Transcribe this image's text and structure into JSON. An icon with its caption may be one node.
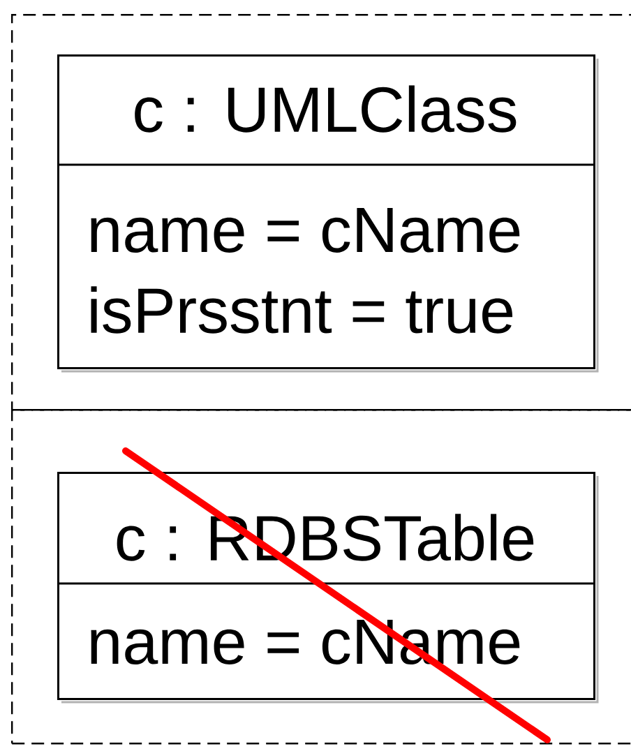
{
  "diagram": {
    "nodes": [
      {
        "text": [],
        "shape": "box"
      },
      {
        "text": [
          "c : UMLClass",
          "name = cName",
          "isPrsstnt = true"
        ],
        "in": 0
      },
      {
        "text": [],
        "shape": "box"
      },
      {
        "text": [
          "c : RDBSTable",
          "name = cName"
        ],
        "in": 2
      }
    ]
  }
}
